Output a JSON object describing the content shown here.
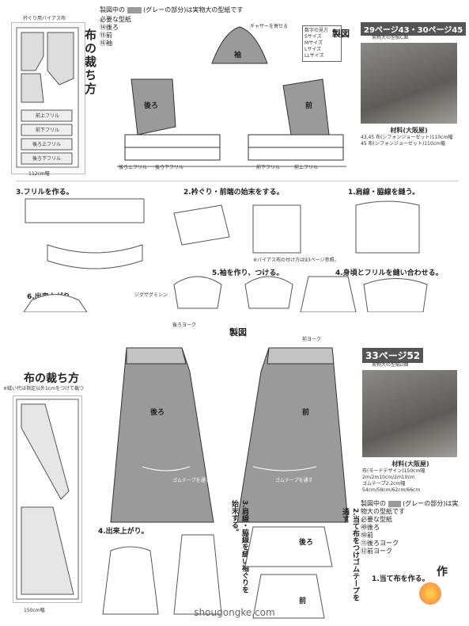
{
  "top": {
    "cut_title": "布の裁ち方",
    "fabric_width": "112cm幅",
    "bias_label": "衿ぐり用バイアス布",
    "pieces": [
      "前上フリル",
      "前下フリル",
      "後ろ上フリル",
      "後ろ下フリル"
    ],
    "note_line1": "製図中の",
    "note_line2": "(グレーの部分)は実物大の型紙です",
    "needed_label": "必要な型紙",
    "needed_items": [
      "⑭後ろ",
      "⑮前",
      "⑯袖"
    ],
    "draft_title": "製図",
    "page_tag": "29ページ43・30ページ45",
    "pattern_sub": "実物大の型紙C面",
    "size_note": [
      "数字の見方",
      "Sサイズ",
      "Mサイズ",
      "Lサイズ",
      "LLサイズ"
    ],
    "gather": "ギャザーを寄せる",
    "back_label": "後ろ",
    "front_label": "前",
    "sleeve_label": "袖",
    "flounce_labels": [
      "後ろ上フリル",
      "後ろ下フリル",
      "前下フリル",
      "前上フリル"
    ],
    "material_title": "材料(大阪屋)",
    "materials": [
      "43,45 布(シフォンジョーゼット)110cm幅",
      "45 布(シフォンジョーゼット)110cm幅"
    ]
  },
  "steps_top": {
    "step1": "1.肩線・脇線を縫う。",
    "step2": "2.衿ぐり・前端の始末をする。",
    "step3": "3.フリルを作る。",
    "step4": "4.身頃とフリルを縫い合わせる。",
    "step5": "5.袖を作り、つける。",
    "step6": "6.出来上がり。",
    "note_bias": "※バイアス布の付け方は93ページ参照。",
    "zigzag": "ジグザグミシン"
  },
  "bottom": {
    "cut_title": "布の裁ち方",
    "cut_note": "※縫い代は指定以外1cmをつけて裁つ",
    "fabric_width": "150cm幅",
    "draft_title": "製図",
    "yoke_back": "後ろヨーク",
    "yoke_front": "前ヨーク",
    "back_label": "後ろ",
    "front_label": "前",
    "waist_note": "ゴムテープを通す",
    "page_tag": "33ページ52",
    "pattern_sub": "実物大の型紙D面",
    "material_title": "材料(大阪屋)",
    "materials": [
      "布(モードデザイン)150cm幅",
      "2m/2m10cm/2m10cm",
      "ゴムテープ2.2cm幅",
      "54cm/58cm/62cm/66cm"
    ],
    "note_line1": "製図中の",
    "note_line2": "(グレーの部分)は実物大の型紙です",
    "needed_label": "必要な型紙",
    "needed_items": [
      "㊾後ろ",
      "㊿前",
      "⑪後ろヨーク",
      "⑫前ヨーク"
    ],
    "step1": "1.当て布を作る。",
    "step2": "2.当て布をつけゴムテープを通す",
    "step3": "3.肩線・脇線を縫い袖ぐりを始末する。",
    "step4": "4.出来上がり。",
    "label_back": "後ろ",
    "label_front": "前",
    "brand": "作",
    "site": "shougongke.com"
  },
  "colors": {
    "grey_piece": "#9a9a9a",
    "tag_bg": "#555555"
  }
}
